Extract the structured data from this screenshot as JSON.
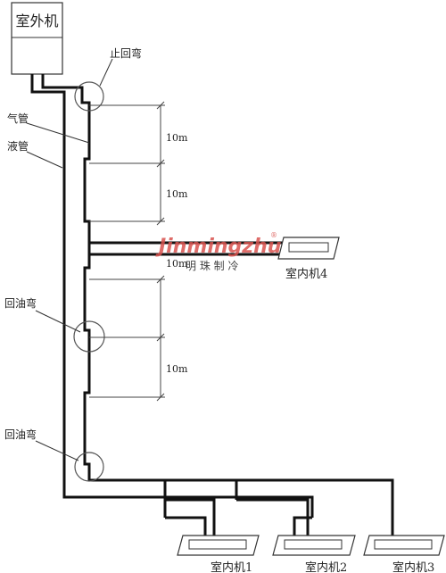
{
  "labels": {
    "outdoor_unit": "室外机",
    "trap_stop": "止回弯",
    "gas_pipe": "气管",
    "liquid_pipe": "液管",
    "oil_trap_1": "回油弯",
    "oil_trap_2": "回油弯",
    "indoor_unit_1": "室内机1",
    "indoor_unit_2": "室内机2",
    "indoor_unit_3": "室内机3",
    "indoor_unit_4": "室内机4"
  },
  "dimensions": {
    "seg1": "10m",
    "seg2": "10m",
    "seg3": "10m",
    "seg4": "10m"
  },
  "watermark": {
    "logo": "Jinmingzhu",
    "text": "明 珠 制 冷",
    "mark": "®"
  },
  "colors": {
    "pipe": "#111111",
    "watermark": "#d9534f"
  }
}
